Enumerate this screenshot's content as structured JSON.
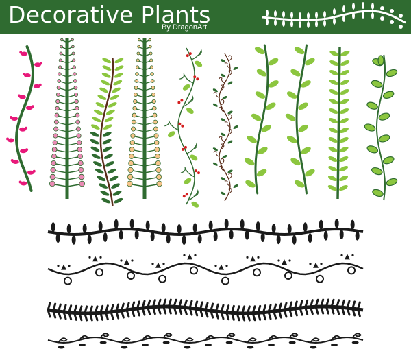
{
  "header": {
    "title": "Decorative Plants",
    "byline": "By DragonArt",
    "background": "#2f6b30",
    "text_color": "#ffffff"
  },
  "palette": {
    "dark_green": "#2f6b30",
    "light_green": "#8cc63f",
    "magenta": "#e8197a",
    "pink": "#e98ab4",
    "peach": "#f7c48a",
    "brown": "#5a2d1a",
    "black": "#1a1a1a"
  },
  "artwork": {
    "plants": [
      "magenta-bud-vine",
      "pink-bead-stalk",
      "brown-fern",
      "peach-bead-stalk",
      "curl-vine-red-berries",
      "spiral-column-vine",
      "leafy-vine-a",
      "leafy-vine-b",
      "tall-leaf-stalk",
      "lantern-leaf-vine"
    ],
    "borders": [
      "leaf-border",
      "scroll-flower-border",
      "fern-border",
      "ornamental-border"
    ]
  }
}
